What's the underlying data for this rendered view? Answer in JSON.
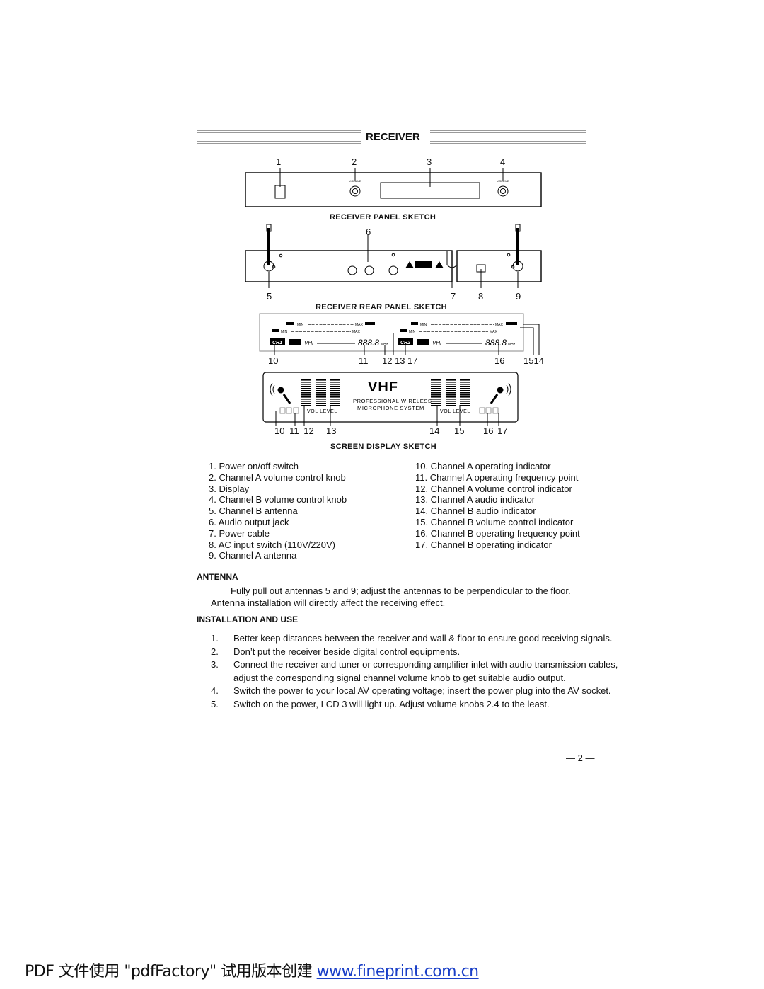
{
  "header": {
    "title": "RECEIVER"
  },
  "front_panel": {
    "callouts": [
      "1",
      "2",
      "3",
      "4"
    ],
    "knob_label": "VOLUME",
    "caption": "RECEIVER PANEL SKETCH"
  },
  "rear_panel": {
    "callouts": [
      "6",
      "5",
      "7",
      "8",
      "9"
    ],
    "caption": "RECEIVER REAR PANEL SKETCH"
  },
  "display_strip": {
    "callouts": [
      "10",
      "11",
      "12 13",
      "17",
      "16",
      "1514"
    ],
    "row_min": "MIN",
    "row_max": "MAX",
    "ch1": "CH1",
    "ch2": "CH2",
    "band": "VHF",
    "freq": "888.8",
    "unit": "MHz"
  },
  "screen_display": {
    "brand": "VHF",
    "line1": "PROFESSIONAL WIRELESS",
    "line2": "MICROPHONE SYSTEM",
    "vol_left": "VOL LEVEL",
    "vol_right": "VOL LEVEL",
    "callouts_left": [
      "10",
      "11",
      "12",
      "13"
    ],
    "callouts_right": [
      "14",
      "15",
      "16",
      "17"
    ],
    "caption": "SCREEN DISPLAY SKETCH"
  },
  "parts_left": [
    "1.  Power on/off  switch",
    "2.  Channel A volume control knob",
    "3.  Display",
    "4.  Channel B volume control knob",
    "5.  Channel B antenna",
    "6.  Audio output jack",
    "7.  Power cable",
    "8.  AC input  switch (110V/220V)",
    "9.  Channel A antenna"
  ],
  "parts_right": [
    "10. Channel A operating indicator",
    "11. Channel A operating frequency point",
    "12. Channel A volume control indicator",
    "13. Channel A audio indicator",
    "14. Channel B audio indicator",
    "15. Channel B volume control indicator",
    "16. Channel B operating frequency point",
    "17. Channel B operating indicator"
  ],
  "antenna": {
    "heading": "ANTENNA",
    "line1": "Fully pull out antennas 5 and 9; adjust the antennas to be perpendicular to the floor.",
    "line2": "Antenna installation will directly affect the receiving effect."
  },
  "installation": {
    "heading": "INSTALLATION AND USE",
    "steps": [
      {
        "n": "1.",
        "text": "Better keep distances between the receiver and wall & floor to ensure good receiving signals."
      },
      {
        "n": "2.",
        "text": "Don’t put the receiver beside digital control equipments."
      },
      {
        "n": "3.",
        "text": "Connect the receiver and  tuner or corresponding amplifier inlet with audio transmission cables, adjust the corresponding signal channel volume knob to get suitable audio output."
      },
      {
        "n": "4.",
        "text": "Switch the power to your local AV operating voltage; insert the power plug into the AV socket."
      },
      {
        "n": "5.",
        "text": "Switch on the power, LCD 3 will light up. Adjust volume knobs 2.4 to the  least."
      }
    ]
  },
  "page_number": "— 2 —",
  "footer": {
    "prefix": "PDF 文件使用 \"pdfFactory\" 试用版本创建",
    "link": "www.fineprint.com.cn"
  }
}
